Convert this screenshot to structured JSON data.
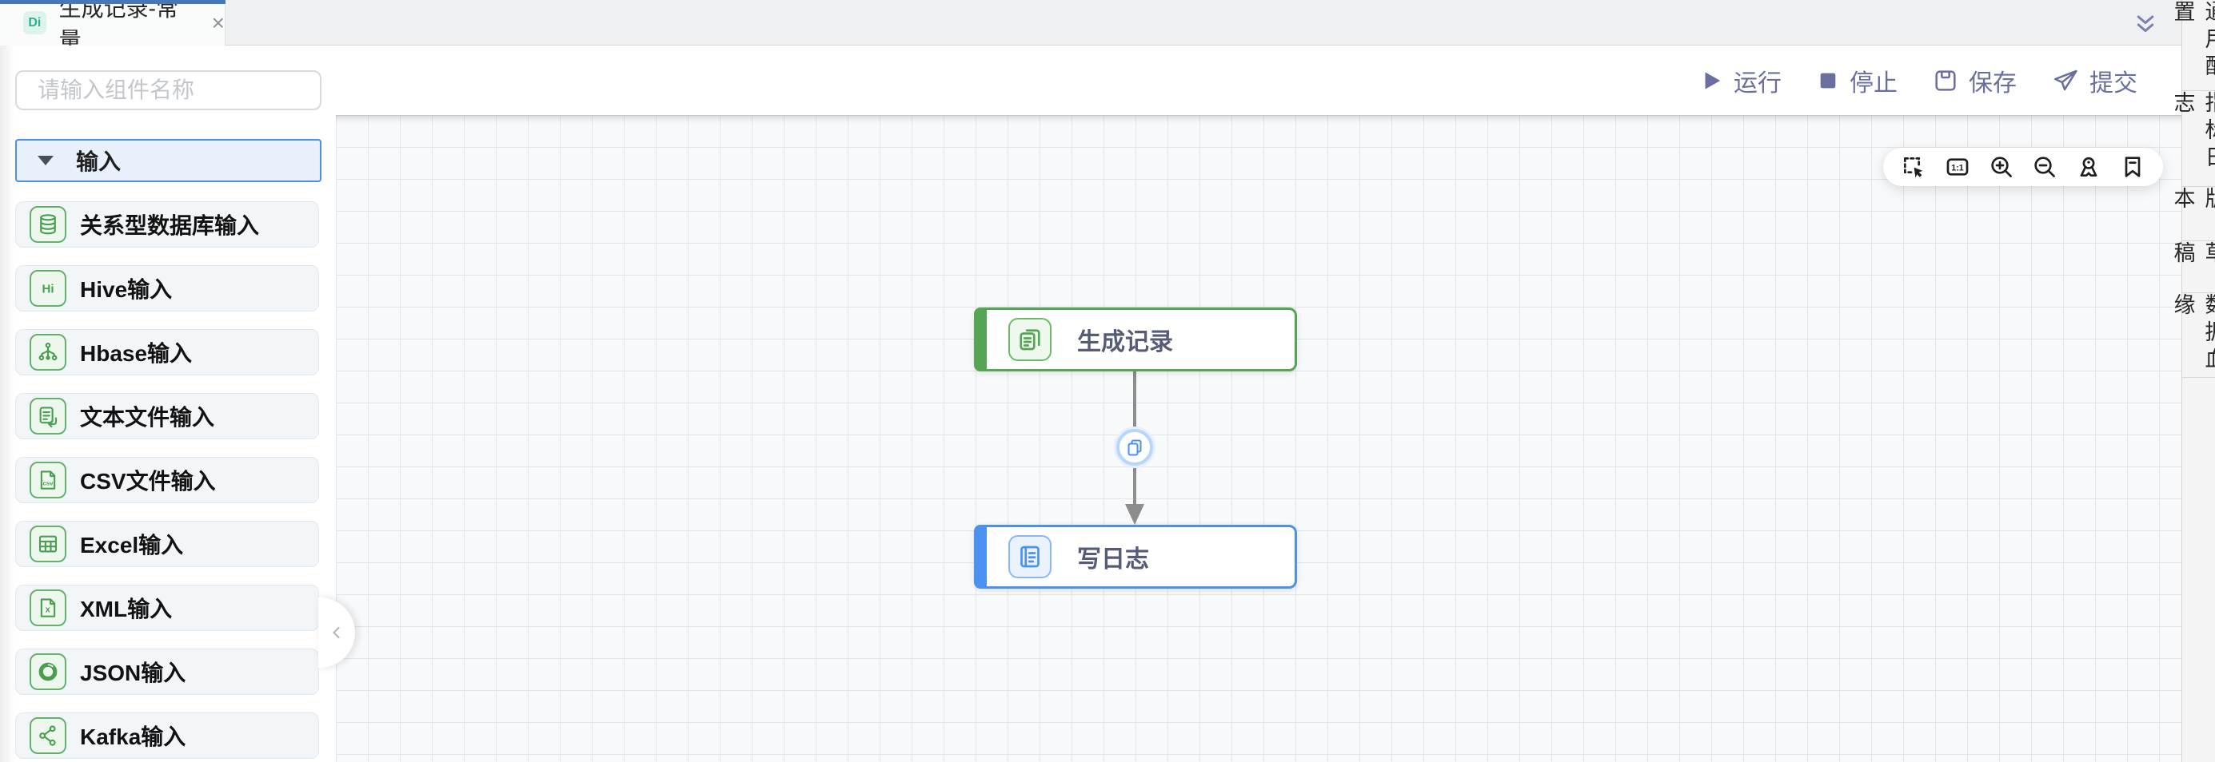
{
  "tab_bar": {
    "active_tab": {
      "badge_text": "Di",
      "title": "生成记录-常量",
      "close_label": "×"
    }
  },
  "toolbar": {
    "buttons": [
      {
        "label": "运行",
        "icon": "play-icon"
      },
      {
        "label": "停止",
        "icon": "stop-icon"
      },
      {
        "label": "保存",
        "icon": "save-icon"
      },
      {
        "label": "提交",
        "icon": "submit-icon"
      }
    ]
  },
  "component_panel": {
    "search": {
      "placeholder": "请输入组件名称",
      "value": ""
    },
    "section_header": {
      "label": "输入",
      "expanded": true
    },
    "items": [
      {
        "label": "关系型数据库输入",
        "icon": "database-icon"
      },
      {
        "label": "Hive输入",
        "icon": "hive-icon",
        "icon_text": "Hi"
      },
      {
        "label": "Hbase输入",
        "icon": "hbase-icon"
      },
      {
        "label": "文本文件输入",
        "icon": "text-file-icon"
      },
      {
        "label": "CSV文件输入",
        "icon": "csv-file-icon",
        "icon_text": "csv"
      },
      {
        "label": "Excel输入",
        "icon": "excel-icon"
      },
      {
        "label": "XML输入",
        "icon": "xml-file-icon",
        "icon_text": "x"
      },
      {
        "label": "JSON输入",
        "icon": "json-icon"
      },
      {
        "label": "Kafka输入",
        "icon": "kafka-icon"
      }
    ]
  },
  "canvas": {
    "view_toolbar": {
      "icons": [
        "marquee-select-icon",
        "actual-size-icon",
        "zoom-in-icon",
        "zoom-out-icon",
        "locate-icon",
        "bookmark-icon"
      ],
      "actual_size_label": "1:1"
    },
    "nodes": [
      {
        "id": "node-generate-records",
        "label": "生成记录",
        "accent_color": "#55a555"
      },
      {
        "id": "node-write-log",
        "label": "写日志",
        "accent_color": "#4b92f0"
      }
    ],
    "edges": [
      {
        "from": "生成记录",
        "to": "写日志",
        "badge": "copy-icon",
        "line_color": "#8d8d8d"
      }
    ]
  },
  "right_panel": {
    "tabs": [
      {
        "label": "通用配置"
      },
      {
        "label": "指标日志"
      },
      {
        "label": "版本"
      },
      {
        "label": "草稿"
      },
      {
        "label": "数据血缘"
      }
    ]
  },
  "colors": {
    "active_tab_accent": "#4677b8",
    "tab_badge_bg": "#def3ec",
    "tab_badge_text": "#2fae93",
    "toolbar_text": "#6a6fa0",
    "section_header_border": "#4b90e2",
    "component_icon_green": "#4a9e50",
    "node_green": "#55a555",
    "node_blue": "#4b92f0",
    "edge_line": "#8d8d8d"
  }
}
